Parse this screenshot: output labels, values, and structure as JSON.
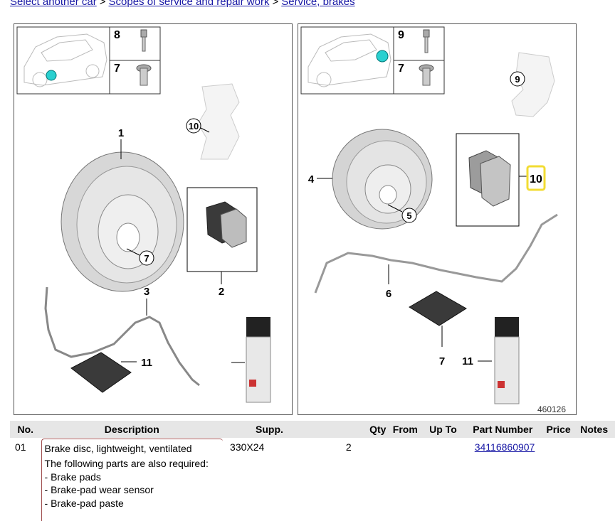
{
  "breadcrumb": {
    "item1": "Select another car",
    "item2": "Scopes of service and repair work",
    "item3": "Service, brakes",
    "separator": ">"
  },
  "diagram_left": {
    "callouts": [
      "1",
      "2",
      "3",
      "7",
      "8",
      "10",
      "11"
    ],
    "inset_top": "8",
    "inset_bottom": "7"
  },
  "diagram_right": {
    "callouts": [
      "4",
      "5",
      "6",
      "7",
      "9",
      "10",
      "11"
    ],
    "inset_top": "9",
    "inset_bottom": "7",
    "image_id": "460126"
  },
  "table": {
    "headers": [
      "No.",
      "Description",
      "Supp.",
      "Qty",
      "From",
      "Up To",
      "Part Number",
      "Price",
      "Notes"
    ],
    "row": {
      "no": "01",
      "description": "Brake disc, lightweight, ventilated",
      "supp": "330X24",
      "qty": "2",
      "part_number": "34116860907",
      "note_title": "The following parts are also required:",
      "note_items": [
        "- Brake pads",
        "- Brake-pad wear sensor",
        "- Brake-pad paste"
      ]
    }
  },
  "colors": {
    "link": "#1a1aa6",
    "highlight": "#f2dc33",
    "header_bg": "#e6e6e6"
  }
}
